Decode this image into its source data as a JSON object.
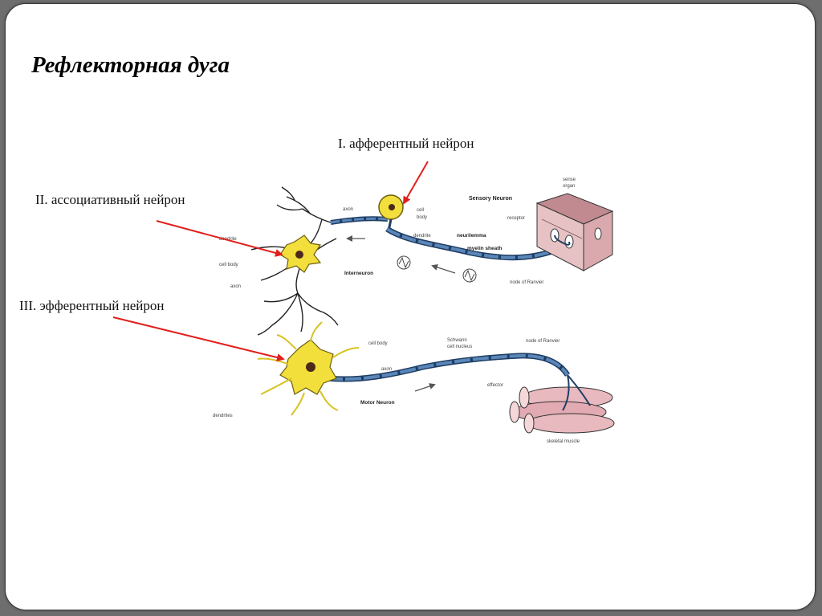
{
  "title": "Рефлекторная дуга",
  "callouts": {
    "afferent": "I. афферентный нейрон",
    "associative": "II. ассоциативный нейрон",
    "efferent": "III. эфферентный нейрон"
  },
  "diagram": {
    "sensory": {
      "heading": "Sensory Neuron",
      "axon": "axon",
      "cell_body_1": "cell",
      "cell_body_2": "body",
      "dendrite": "dendrite",
      "neurilemma": "neurilemma",
      "myelin": "myelin sheath",
      "receptor": "receptor",
      "sense_organ_1": "sense",
      "sense_organ_2": "organ",
      "node": "node of Ranvier"
    },
    "inter": {
      "heading": "Interneuron",
      "dendrite": "dendrite",
      "cell_body": "cell body",
      "axon": "axon"
    },
    "motor": {
      "heading": "Motor Neuron",
      "cell_body": "cell body",
      "schwann_1": "Schwann",
      "schwann_2": "cell nucleus",
      "node": "node of Ranvier",
      "axon": "axon",
      "effector": "effector",
      "dendrites": "dendrites",
      "muscle": "skeletal muscle"
    }
  },
  "colors": {
    "arrow": "#e0201c",
    "cell_body": "#f2df3c",
    "axon": "#2d5683",
    "muscle": "#e8b9bf"
  }
}
